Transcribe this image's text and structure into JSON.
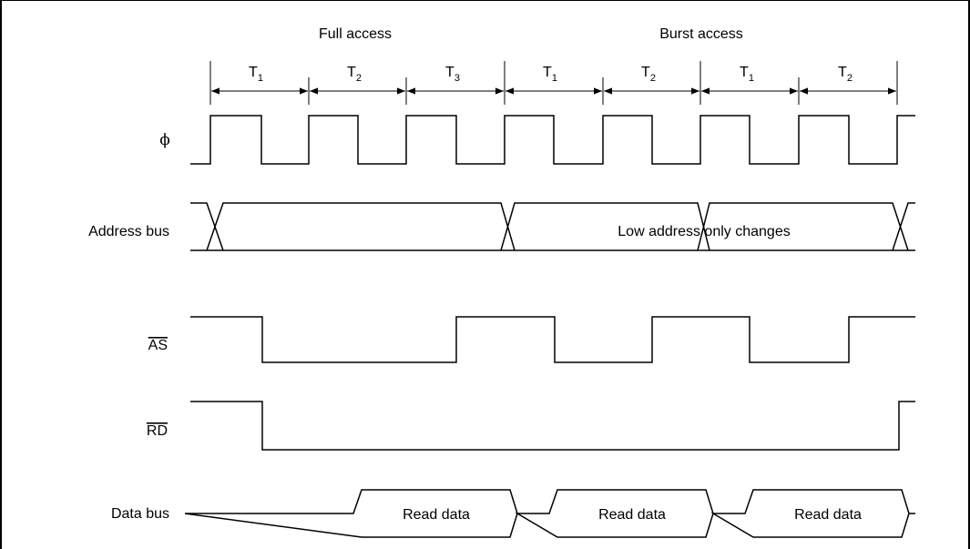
{
  "headers": {
    "full_access": "Full access",
    "burst_access": "Burst access"
  },
  "states": [
    {
      "main": "T",
      "sub": "1"
    },
    {
      "main": "T",
      "sub": "2"
    },
    {
      "main": "T",
      "sub": "3"
    },
    {
      "main": "T",
      "sub": "1"
    },
    {
      "main": "T",
      "sub": "2"
    },
    {
      "main": "T",
      "sub": "1"
    },
    {
      "main": "T",
      "sub": "2"
    }
  ],
  "signals": {
    "phi": "ϕ",
    "address_bus": "Address bus",
    "as": "AS",
    "rd": "RD",
    "data_bus": "Data bus"
  },
  "address_note": "Low address only changes",
  "read_data": [
    "Read data",
    "Read data",
    "Read data"
  ]
}
